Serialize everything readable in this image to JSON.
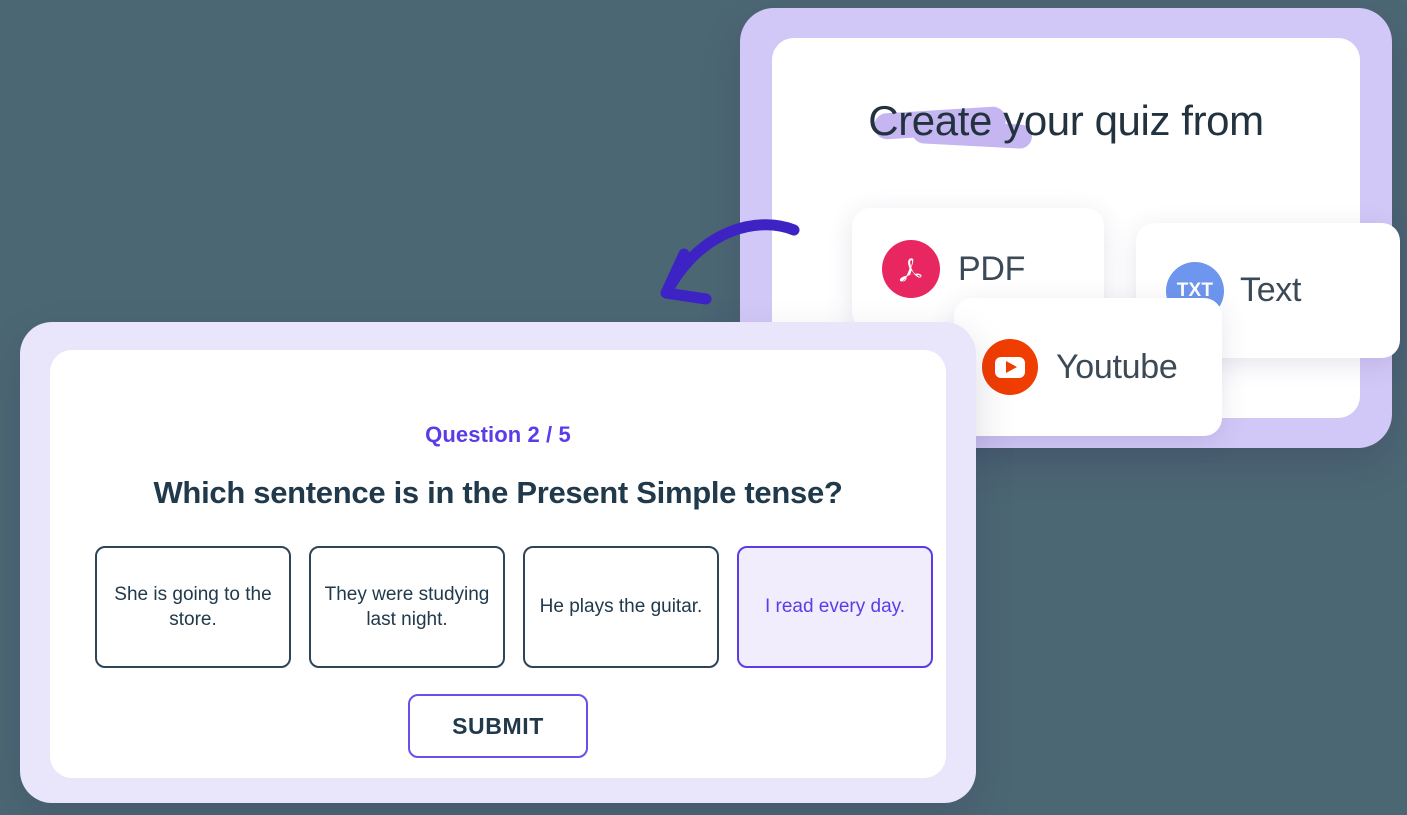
{
  "theme": {
    "background": "#4c6774",
    "accent_purple": "#5b3ce8",
    "frame_purple": "#d2c8f7",
    "frame_lavender": "#e9e5fa",
    "dark_slate": "#20394b",
    "highlight_stroke": "#c5b6f2"
  },
  "source_panel": {
    "title_highlighted": "Create",
    "title_rest": " your quiz from",
    "options": [
      {
        "label": "PDF",
        "icon": "pdf-icon",
        "icon_color": "#e8265f"
      },
      {
        "label": "Text",
        "icon": "txt-icon",
        "icon_color": "#6e96ee",
        "icon_text": "TXT"
      },
      {
        "label": "Youtube",
        "icon": "youtube-icon",
        "icon_color": "#f03d02"
      }
    ]
  },
  "quiz_panel": {
    "counter": "Question 2 / 5",
    "question": "Which sentence is in the Present Simple tense?",
    "answers": [
      {
        "text": "She is going to the store.",
        "selected": false
      },
      {
        "text": "They were studying last night.",
        "selected": false
      },
      {
        "text": "He plays the guitar.",
        "selected": false
      },
      {
        "text": "I read every day.",
        "selected": true
      }
    ],
    "submit_label": "SUBMIT"
  },
  "arrow": {
    "name": "curved-arrow",
    "color": "#3d23c4"
  }
}
